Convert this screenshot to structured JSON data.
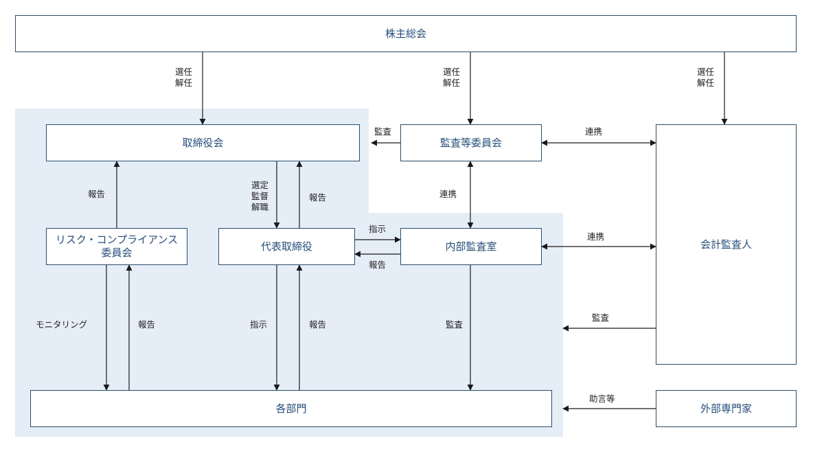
{
  "nodes": {
    "shareholders_meeting": "株主総会",
    "board_of_directors": "取締役会",
    "audit_committee": "監査等委員会",
    "accounting_auditor": "会計監査人",
    "risk_compliance_committee": [
      "リスク・コンプライアンス",
      "委員会"
    ],
    "representative_director": "代表取締役",
    "internal_audit_office": "内部監査室",
    "departments": "各部門",
    "external_experts": "外部専門家"
  },
  "edge_labels": {
    "select_dismiss_board": [
      "選任",
      "解任"
    ],
    "select_dismiss_audit": [
      "選任",
      "解任"
    ],
    "select_dismiss_auditor": [
      "選任",
      "解任"
    ],
    "audit_to_board": "監査",
    "cooperation_committee_auditor": "連携",
    "cooperation_committee_internal": "連携",
    "cooperation_internal_auditor": "連携",
    "report_risk_to_board": "報告",
    "appoint_supervise_dismiss": [
      "選定",
      "監督",
      "解職"
    ],
    "report_rep_to_board": "報告",
    "instruction_rep_to_internal": "指示",
    "report_internal_to_rep": "報告",
    "monitoring": "モニタリング",
    "report_dept_to_risk": "報告",
    "instruction_rep_to_dept": "指示",
    "report_dept_to_rep": "報告",
    "audit_internal_to_dept": "監査",
    "audit_auditor_to_org": "監査",
    "advice": "助言等"
  },
  "colors": {
    "box_border": "#1f4e8c",
    "box_text": "#1f4e8c",
    "region_fill": "#e5edf6",
    "arrow": "#1a1a1a"
  }
}
